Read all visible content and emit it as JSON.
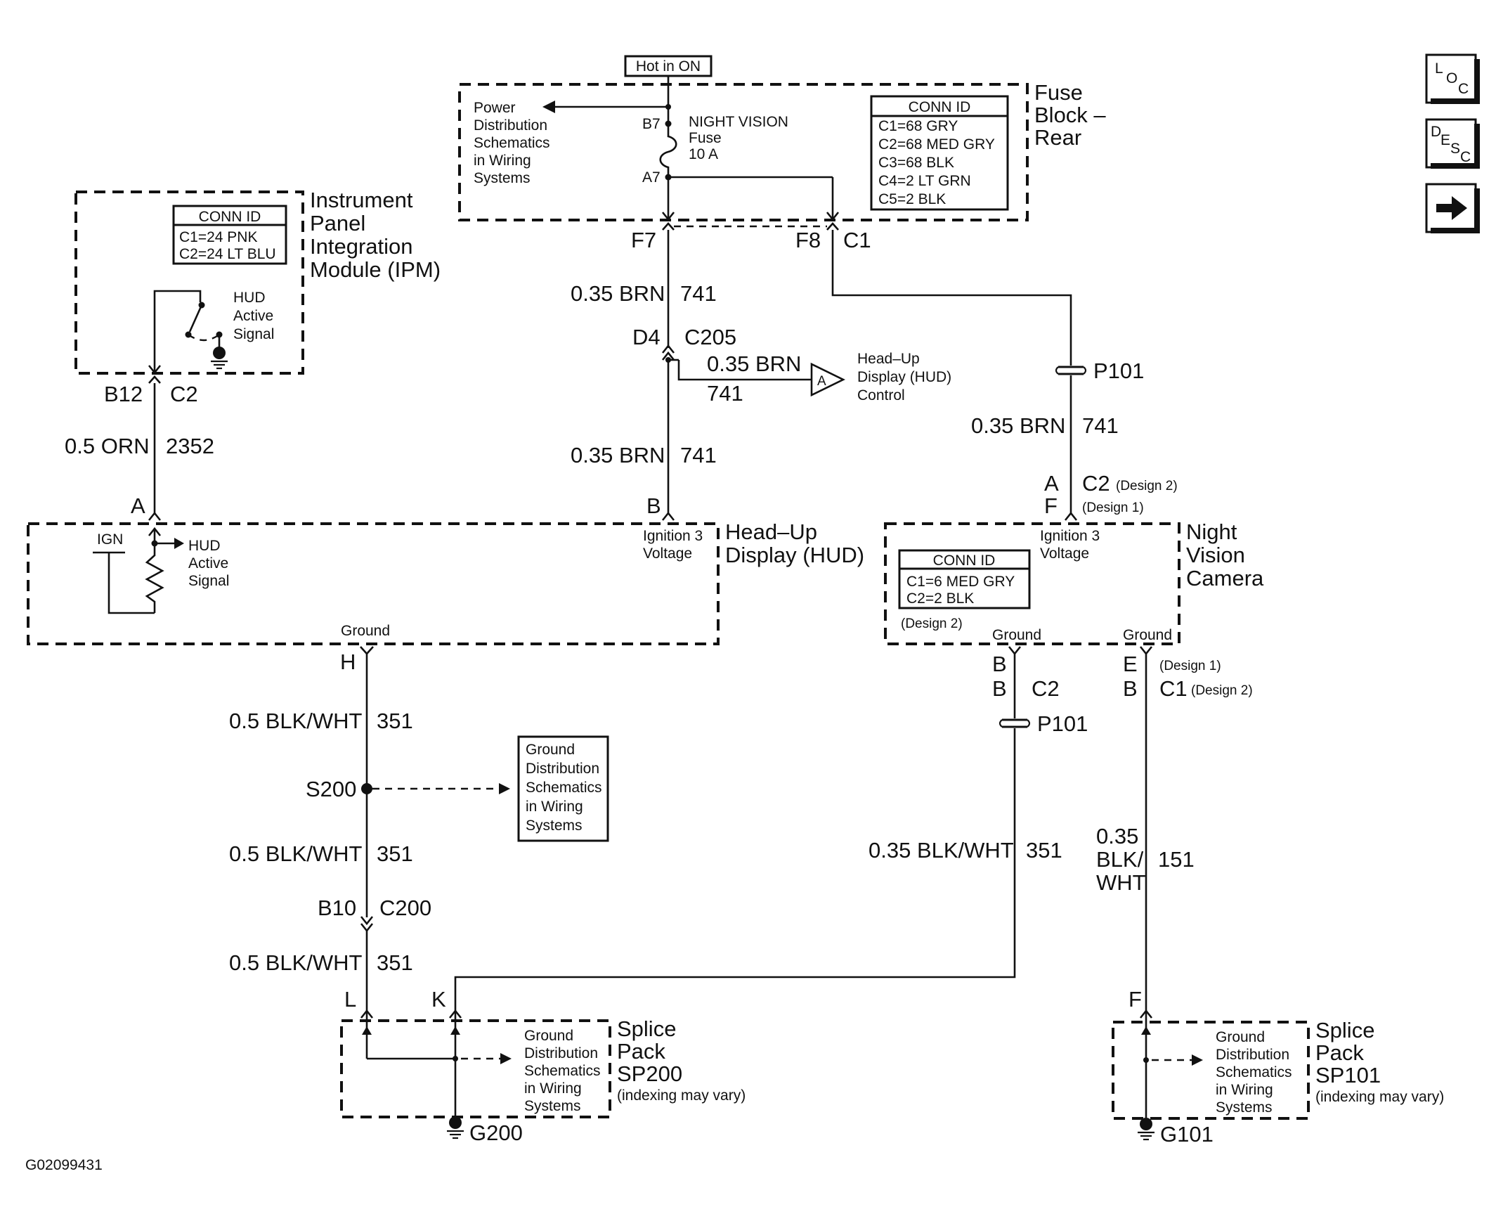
{
  "top": {
    "hot_label": "Hot in ON"
  },
  "fuse_block": {
    "title": [
      "Fuse",
      "Block –",
      "Rear"
    ],
    "power_dist": [
      "Power",
      "Distribution",
      "Schematics",
      "in Wiring",
      "Systems"
    ],
    "b7": "B7",
    "a7": "A7",
    "fuse": [
      "NIGHT VISION",
      "Fuse",
      "10 A"
    ],
    "conn_title": "CONN ID",
    "conn": [
      "C1=68 GRY",
      "C2=68 MED GRY",
      "C3=68 BLK",
      "C4=2 LT GRN",
      "C5=2 BLK"
    ],
    "f7": "F7",
    "f8": "F8",
    "c1": "C1"
  },
  "ipm": {
    "title": [
      "Instrument",
      "Panel",
      "Integration",
      "Module (IPM)"
    ],
    "conn_title": "CONN ID",
    "conn": [
      "C1=24 PNK",
      "C2=24 LT BLU"
    ],
    "signal": [
      "HUD",
      "Active",
      "Signal"
    ],
    "b12": "B12",
    "c2": "C2"
  },
  "wires": {
    "w741_size": "0.35 BRN",
    "w741_num": "741",
    "d4": "D4",
    "c205": "C205",
    "hud_ctrl_size": "0.35 BRN",
    "hud_ctrl_num": "741",
    "hud_ctrl_letter": "A",
    "hud_ctrl_label": [
      "Head–Up",
      "Display (HUD)",
      "Control"
    ],
    "w2352_size": "0.5 ORN",
    "w2352_num": "2352",
    "p101": "P101",
    "w351_size": "0.5 BLK/WHT",
    "w351_num": "351",
    "w351b_size": "0.35 BLK/WHT",
    "w151_size": [
      "0.35",
      "BLK/",
      "WHT"
    ],
    "w151_num": "151",
    "s200": "S200",
    "b10": "B10",
    "c200": "C200"
  },
  "hud": {
    "title": [
      "Head–Up",
      "Display (HUD)"
    ],
    "pin_a": "A",
    "pin_b": "B",
    "pin_h": "H",
    "ign": "IGN",
    "signal": [
      "HUD",
      "Active",
      "Signal"
    ],
    "ign3": [
      "Ignition 3",
      "Voltage"
    ],
    "ground": "Ground"
  },
  "nvc": {
    "title": [
      "Night",
      "Vision",
      "Camera"
    ],
    "pin_a": "A",
    "pin_f": "F",
    "c2": "C2",
    "design2": "(Design 2)",
    "design1": "(Design 1)",
    "ign3": [
      "Ignition 3",
      "Voltage"
    ],
    "conn_title": "CONN ID",
    "conn": [
      "C1=6 MED GRY",
      "C2=2 BLK"
    ],
    "ground": "Ground",
    "pin_b": "B",
    "pin_e": "E",
    "c1": "C1"
  },
  "ground_dist_box": [
    "Ground",
    "Distribution",
    "Schematics",
    "in Wiring",
    "Systems"
  ],
  "sp200": {
    "pin_l": "L",
    "pin_k": "K",
    "gd": [
      "Ground",
      "Distribution",
      "Schematics",
      "in Wiring",
      "Systems"
    ],
    "title": [
      "Splice",
      "Pack",
      "SP200"
    ],
    "note": "(indexing may vary)",
    "ground": "G200"
  },
  "sp101": {
    "pin_f": "F",
    "gd": [
      "Ground",
      "Distribution",
      "Schematics",
      "in Wiring",
      "Systems"
    ],
    "title": [
      "Splice",
      "Pack",
      "SP101"
    ],
    "note": "(indexing may vary)",
    "ground": "G101"
  },
  "figure_id": "G02099431",
  "nav": {
    "loc": [
      "L",
      "O",
      "C"
    ],
    "desc": [
      "D",
      "E",
      "S",
      "C"
    ],
    "next_icon": "right-arrow-icon"
  }
}
